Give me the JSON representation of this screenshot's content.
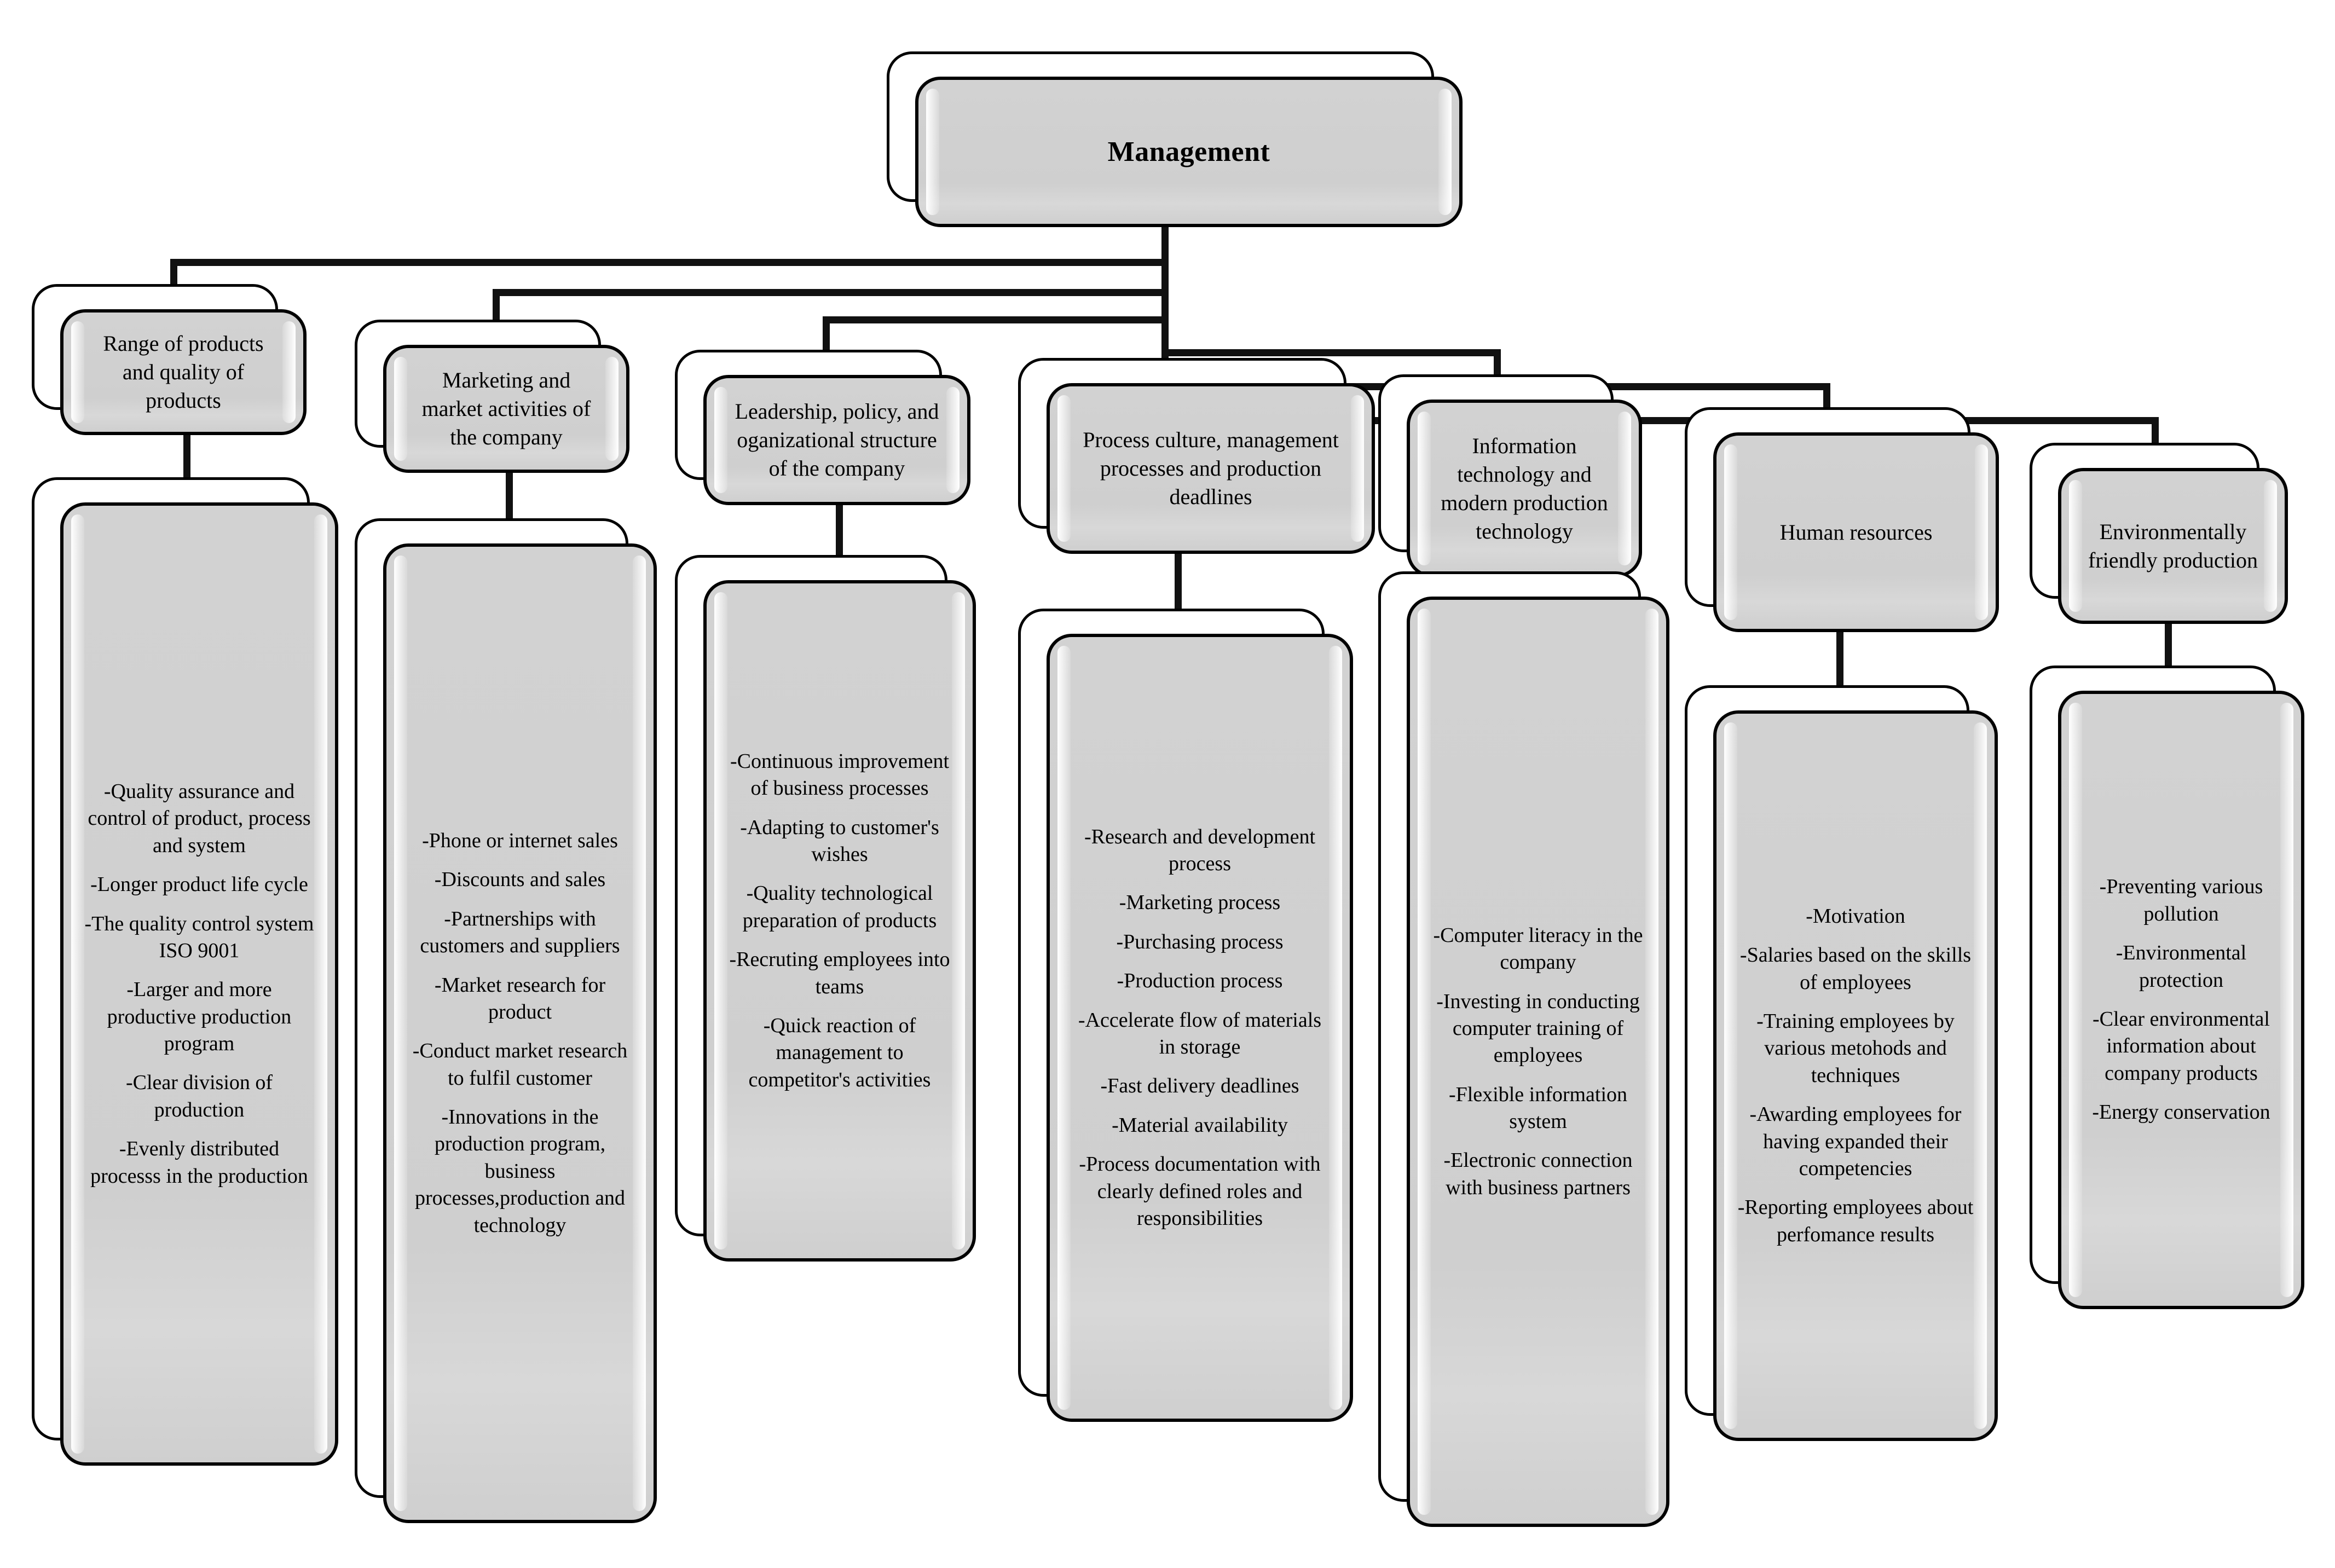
{
  "diagram": {
    "root": {
      "label": "Management"
    },
    "branches": [
      {
        "id": "range-of-products",
        "title": "Range of  products and quality of products",
        "items": [
          "-Quality assurance and control of product, process and system",
          "-Longer product life cycle",
          "-The quality control system ISO 9001",
          "-Larger and more productive production program",
          "-Clear division of production",
          "-Evenly distributed processs in the production"
        ]
      },
      {
        "id": "marketing-and-market-activities",
        "title": "Marketing and market activities of the company",
        "items": [
          "-Phone or internet sales",
          "-Discounts and sales",
          "-Partnerships with customers and suppliers",
          "-Market research for product",
          "-Conduct market research to fulfil customer",
          "-Innovations in the production program, business processes,production and technology"
        ]
      },
      {
        "id": "leadership-policy-structure",
        "title": "Leadership, policy, and oganizational structure of the company",
        "items": [
          "-Continuous improvement of business processes",
          "-Adapting to customer's wishes",
          "-Quality technological preparation of products",
          "-Recruting employees into teams",
          "-Quick reaction of management to competitor's activities"
        ]
      },
      {
        "id": "process-culture",
        "title": "Process culture, management processes and production deadlines",
        "items": [
          "-Research and development process",
          "-Marketing process",
          "-Purchasing process",
          "-Production process",
          "-Accelerate flow of materials in storage",
          "-Fast delivery deadlines",
          "-Material availability",
          "-Process documentation with clearly defined roles and responsibilities"
        ]
      },
      {
        "id": "information-technology",
        "title": "Information technology and modern production technology",
        "items": [
          "-Computer literacy in the company",
          "-Investing in conducting computer training of employees",
          "-Flexible information system",
          "-Electronic connection with business partners"
        ]
      },
      {
        "id": "human-resources",
        "title": "Human resources",
        "items": [
          "-Motivation",
          "-Salaries based on the skills of employees",
          "-Training employees by various metohods and techniques",
          "-Awarding employees for having expanded their competencies",
          "-Reporting employees about perfomance results"
        ]
      },
      {
        "id": "environmentally-friendly-production",
        "title": "Environmentally friendly production",
        "items": [
          "-Preventing various pollution",
          "-Environmental protection",
          "-Clear environmental information about company products",
          "-Energy conservation"
        ]
      }
    ],
    "colors": {
      "box_fill": "#d0d0d0",
      "box_border": "#000000",
      "connector": "#111111",
      "page_background": "#ffffff",
      "text": "#000000"
    }
  }
}
